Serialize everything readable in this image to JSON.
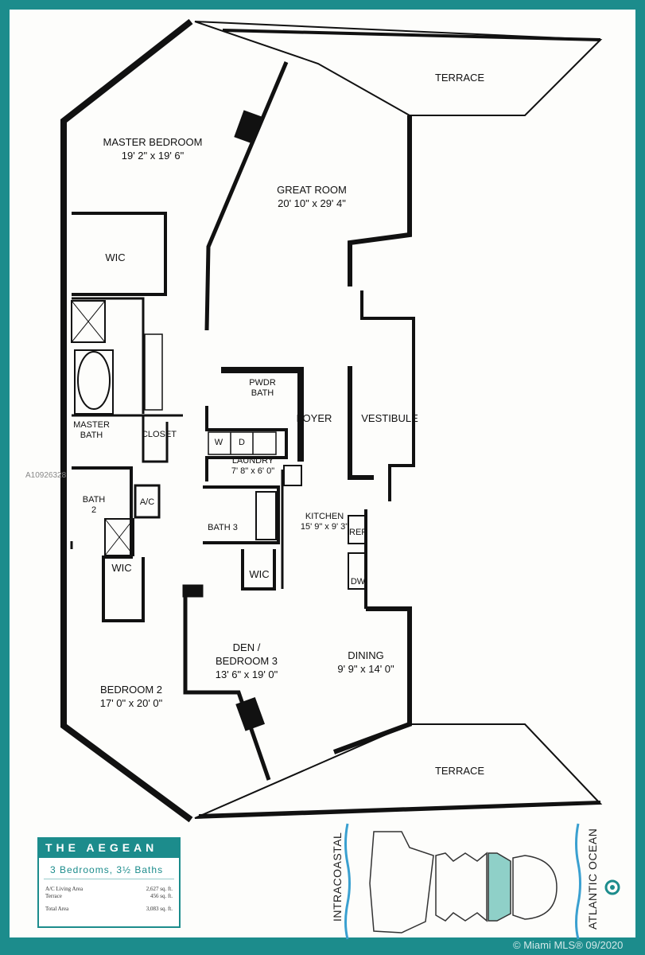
{
  "rooms": {
    "master_bedroom": {
      "name": "MASTER BEDROOM",
      "size": "19' 2\" x 19' 6\""
    },
    "great_room": {
      "name": "GREAT ROOM",
      "size": "20' 10\" x 29' 4\""
    },
    "terrace_top": {
      "name": "TERRACE"
    },
    "terrace_bottom": {
      "name": "TERRACE"
    },
    "wic_master": {
      "name": "WIC"
    },
    "pwdr_bath": {
      "name": "PWDR\nBATH"
    },
    "foyer": {
      "name": "FOYER"
    },
    "vestibule": {
      "name": "VESTIBULE"
    },
    "master_bath": {
      "name": "MASTER\nBATH"
    },
    "closet": {
      "name": "CLOSET"
    },
    "laundry": {
      "name": "LAUNDRY",
      "size": "7' 8\" x 6' 0\""
    },
    "washer": "W",
    "dryer": "D",
    "bath2": {
      "name": "BATH\n2"
    },
    "ac": "A/C",
    "bath3": {
      "name": "BATH 3"
    },
    "kitchen": {
      "name": "KITCHEN",
      "size": "15' 9\" x 9' 3\""
    },
    "ref": "REF",
    "dw": "DW",
    "wic_bed2": {
      "name": "WIC"
    },
    "wic_den": {
      "name": "WIC"
    },
    "den": {
      "name": "DEN /\nBEDROOM 3",
      "size": "13' 6\" x 19' 0\""
    },
    "dining": {
      "name": "DINING",
      "size": "9' 9\" x 14' 0\""
    },
    "bedroom2": {
      "name": "BEDROOM 2",
      "size": "17' 0\" x 20' 0\""
    }
  },
  "legend": {
    "title": "THE AEGEAN",
    "subtitle": "3 Bedrooms, 3½ Baths",
    "rows": [
      {
        "label": "A/C Living Area",
        "value": "2,627 sq. ft."
      },
      {
        "label": "Terrace",
        "value": "456 sq. ft."
      },
      {
        "label": "Total Area",
        "value": "3,083 sq. ft."
      }
    ]
  },
  "key_plan": {
    "left_label": "INTRACOASTAL",
    "right_label": "ATLANTIC OCEAN"
  },
  "watermark": {
    "listing_id": "A10926328",
    "copyright": "© Miami MLS® 09/2020"
  },
  "colors": {
    "border": "#1c8c8c",
    "highlight": "#8fd0c8"
  }
}
